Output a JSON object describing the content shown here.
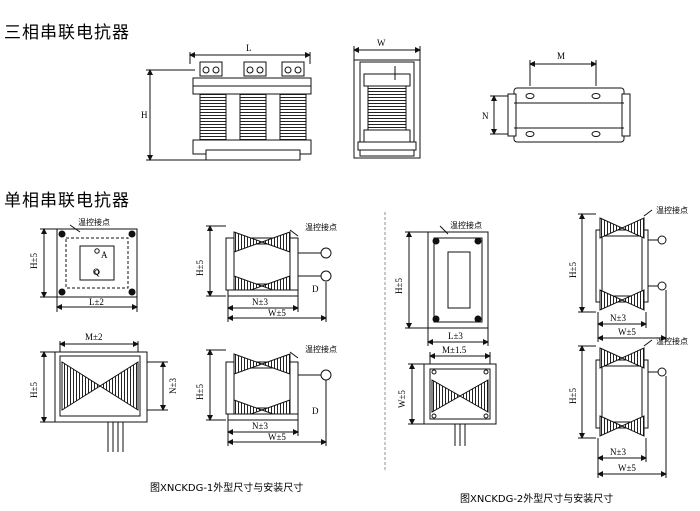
{
  "sections": {
    "three_phase": "三相串联电抗器",
    "single_phase": "单相串联电抗器"
  },
  "labels": {
    "L": "L",
    "W": "W",
    "H": "H",
    "M": "M",
    "N": "N",
    "temp_contact": "温控接点",
    "A": "A",
    "Q": "Q",
    "D": "D",
    "H_pm5": "H±5",
    "L_pm2": "L±2",
    "M_pm2": "M±2",
    "N_pm3": "N±3",
    "W_pm5": "W±5",
    "L_pm3": "L±3",
    "M_pm15": "M±1.5"
  },
  "captions": {
    "fig1": "图XNCKDG-1外型尺寸与安装尺寸",
    "fig2": "图XNCKDG-2外型尺寸与安装尺寸"
  }
}
